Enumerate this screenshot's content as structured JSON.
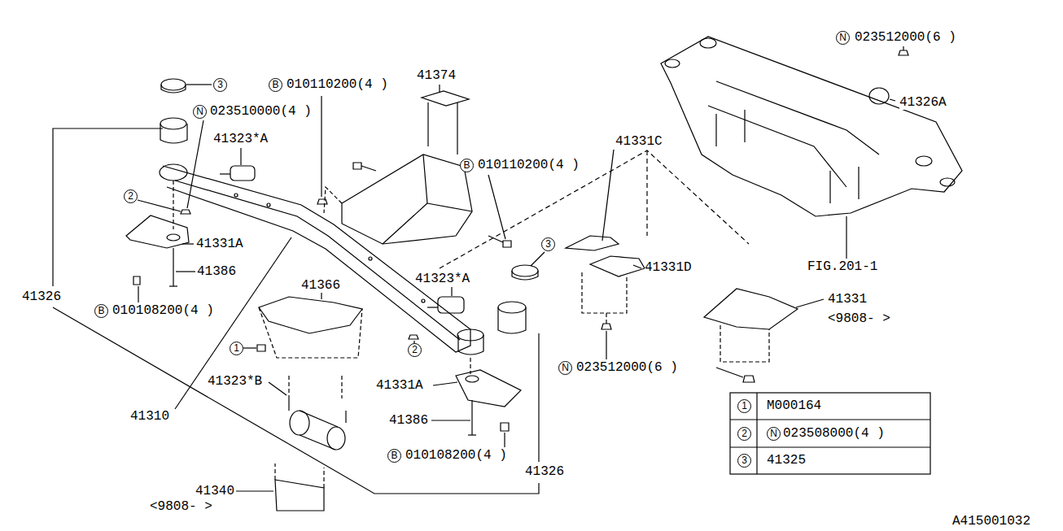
{
  "diagram": {
    "labels": [
      "3",
      "B",
      "010110200(4 )",
      "41374",
      "N",
      "023510000(4 )",
      "41323*A",
      "B",
      "010110200(4 )",
      "2",
      "41331A",
      "41386",
      "41326",
      "B",
      "010108200(4 )",
      "41366",
      "41323*A",
      "3",
      "41331C",
      "41331D",
      "1",
      "2",
      "41331A",
      "N",
      "023512000(6 )",
      "41331",
      "<9808- >",
      "41323*B",
      "41310",
      "41386",
      "B",
      "010108200(4 )",
      "41326",
      "41340",
      "<9808- >",
      "N",
      "023512000(6 )",
      "41326A",
      "FIG.201-1",
      "1",
      "M000164",
      "2",
      "N",
      "023508000(4 )",
      "3",
      "41325",
      "A415001032"
    ]
  }
}
